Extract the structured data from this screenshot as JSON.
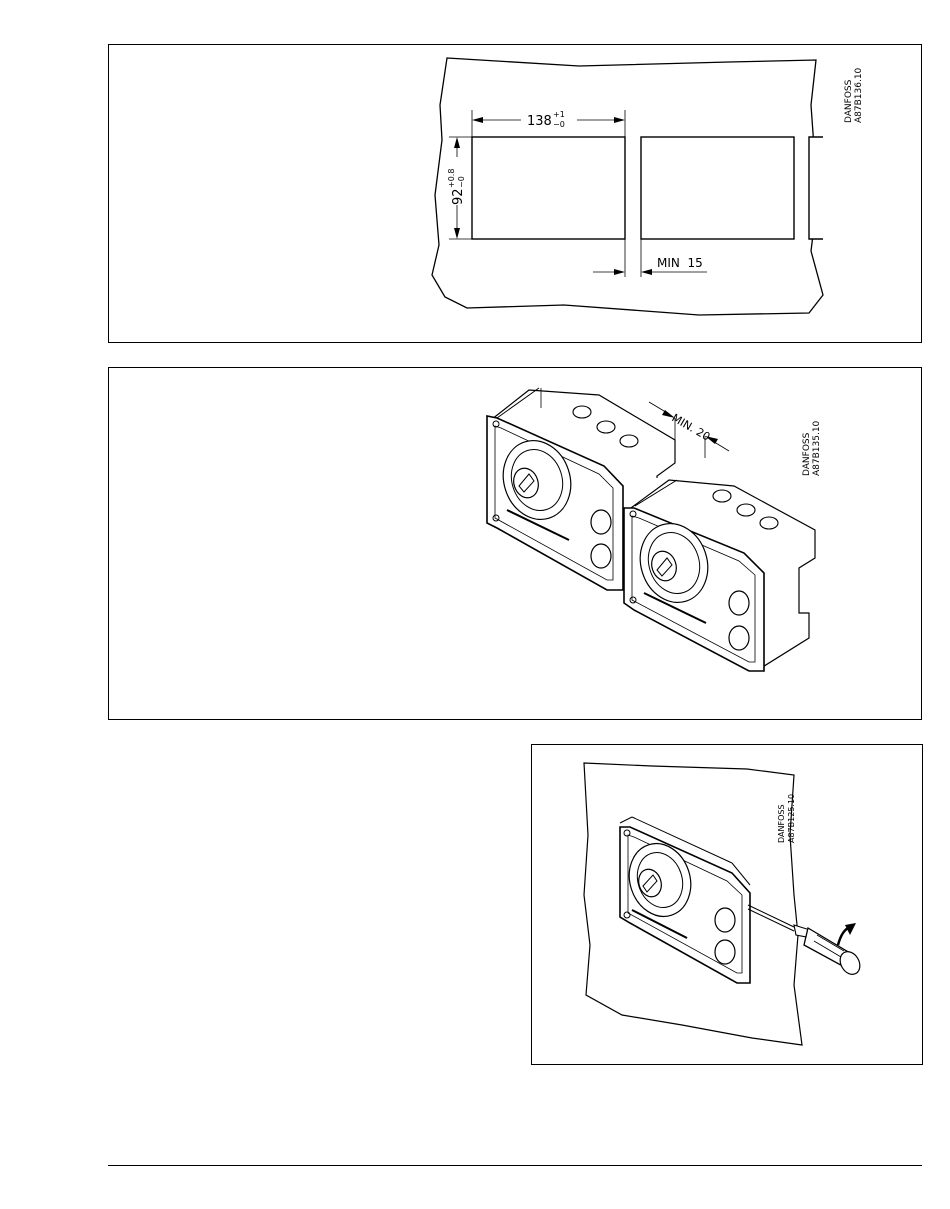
{
  "panel_cutout": {
    "code_brand": "DANFOSS",
    "code_number": "A87B136.10",
    "width_dim": "138",
    "width_tol_upper": "+1",
    "width_tol_lower": "−0",
    "height_dim": "92",
    "height_tol_upper": "+0.8",
    "height_tol_lower": "−0",
    "gap_label": "MIN  15"
  },
  "panel_spacing": {
    "code_brand": "DANFOSS",
    "code_number": "A87B135.10",
    "gap_label": "MIN. 20"
  },
  "panel_removal": {
    "code_brand": "DANFOSS",
    "code_number": "A87B125.10"
  }
}
